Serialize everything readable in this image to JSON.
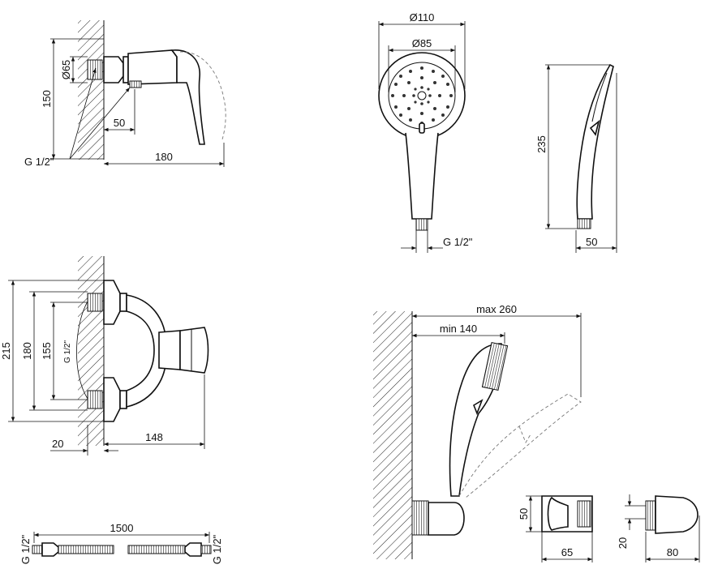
{
  "views": {
    "mixer_side": {
      "dim_height": "150",
      "dim_diameter": "Ø65",
      "dim_offset": "50",
      "dim_length": "180",
      "thread": "G 1/2\""
    },
    "handshower_front": {
      "dim_outer": "Ø110",
      "dim_inner": "Ø85",
      "thread": "G 1/2\""
    },
    "handshower_side": {
      "dim_length": "235",
      "dim_width": "50"
    },
    "mixer_top": {
      "dim_total": "215",
      "dim_mid": "180",
      "dim_inner": "155",
      "thread": "G 1/2\"",
      "dim_wall": "20",
      "dim_depth": "148"
    },
    "hose": {
      "dim_length": "1500",
      "thread_left": "G 1/2\"",
      "thread_right": "G 1/2\""
    },
    "holder_wall": {
      "dim_max": "max 260",
      "dim_min": "min 140"
    },
    "holder_front": {
      "dim_height": "50",
      "dim_width": "65"
    },
    "holder_side": {
      "dim_height": "20",
      "dim_width": "80"
    }
  }
}
